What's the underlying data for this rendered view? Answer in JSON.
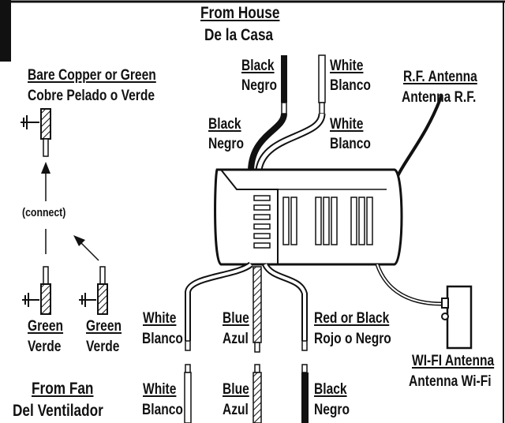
{
  "header": {
    "line1": "From House",
    "line2": "De la Casa"
  },
  "house_wires": {
    "black": {
      "en": "Black",
      "es": "Negro"
    },
    "white": {
      "en": "White",
      "es": "Blanco"
    },
    "black_lead": {
      "en": "Black",
      "es": "Negro"
    },
    "white_lead": {
      "en": "White",
      "es": "Blanco"
    }
  },
  "ground": {
    "en": "Bare Copper or Green",
    "es": "Cobre Pelado o Verde"
  },
  "connect_label": "(connect)",
  "fan_ground": [
    {
      "en": "Green",
      "es": "Verde"
    },
    {
      "en": "Green",
      "es": "Verde"
    }
  ],
  "rf_antenna": {
    "en": "R.F. Antenna",
    "es": "Antenna R.F."
  },
  "wifi_antenna": {
    "en": "WI-FI Antenna",
    "es": "Antenna Wi-Fi"
  },
  "receiver_leads": {
    "white": {
      "en": "White",
      "es": "Blanco"
    },
    "blue": {
      "en": "Blue",
      "es": "Azul"
    },
    "red": {
      "en": "Red or Black",
      "es": "Rojo o Negro"
    }
  },
  "fan_wires": {
    "white": {
      "en": "White",
      "es": "Blanco"
    },
    "blue": {
      "en": "Blue",
      "es": "Azul"
    },
    "black": {
      "en": "Black",
      "es": "Negro"
    }
  },
  "footer": {
    "line1": "From Fan",
    "line2": "Del Ventilador"
  },
  "colors": {
    "ink": "#111111",
    "paper": "#ffffff"
  }
}
